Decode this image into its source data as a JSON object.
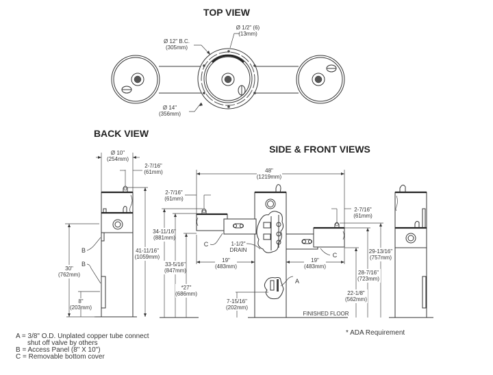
{
  "titles": {
    "top_view": "TOP VIEW",
    "back_view": "BACK VIEW",
    "side_front_views": "SIDE & FRONT VIEWS"
  },
  "top_view_dims": {
    "hole": {
      "in": "Ø 1/2\" (6)",
      "mm": "(13mm)"
    },
    "bolt_circle": {
      "in": "Ø 12\" B.C.",
      "mm": "(305mm)"
    },
    "flange": {
      "in": "Ø 14\"",
      "mm": "(356mm)"
    }
  },
  "back_view_dims": {
    "width": {
      "in": "Ø 10\"",
      "mm": "(254mm)"
    },
    "bubbler_offset": {
      "in": "2-7/16\"",
      "mm": "(61mm)"
    },
    "total_height": {
      "in": "41-11/16\"",
      "mm": "(1059mm)"
    },
    "panel_height": {
      "in": "30\"",
      "mm": "(762mm)"
    },
    "panel_bottom": {
      "in": "8\"",
      "mm": "(203mm)"
    },
    "callout_b1": "B",
    "callout_b2": "B"
  },
  "side_front_dims": {
    "overall_width": {
      "in": "48\"",
      "mm": "(1219mm)"
    },
    "left_bubbler_offset": {
      "in": "2-7/16\"",
      "mm": "(61mm)"
    },
    "right_bubbler_offset": {
      "in": "2-7/16\"",
      "mm": "(61mm)"
    },
    "left_bubbler_height": {
      "in": "34-11/16\"",
      "mm": "(881mm)"
    },
    "left_rim_height": {
      "in": "33-5/16\"",
      "mm": "(847mm)"
    },
    "left_knee_clearance": {
      "in": "*27\"",
      "mm": "(686mm)"
    },
    "left_reach": {
      "in": "19\"",
      "mm": "(483mm)"
    },
    "right_reach": {
      "in": "19\"",
      "mm": "(483mm)"
    },
    "drain": {
      "size": "1-1/2\"",
      "label": "DRAIN"
    },
    "supply_height": {
      "in": "7-15/16\"",
      "mm": "(202mm)"
    },
    "right_bubbler_height": {
      "in": "29-13/16\"",
      "mm": "(757mm)"
    },
    "right_rim_height": {
      "in": "28-7/16\"",
      "mm": "(723mm)"
    },
    "right_knee_clearance": {
      "in": "22-1/8\"",
      "mm": "(562mm)"
    },
    "finished_floor": "FINISHED FLOOR",
    "callout_a": "A",
    "callout_c_left": "C",
    "callout_c_right": "C"
  },
  "legend": {
    "a_line1": "A = 3/8\" O.D. Unplated copper tube connect",
    "a_line2": "shut off valve by others",
    "b": "B = Access Panel (8\" X 10\")",
    "c": "C = Removable bottom cover"
  },
  "footnote": "* ADA Requirement"
}
